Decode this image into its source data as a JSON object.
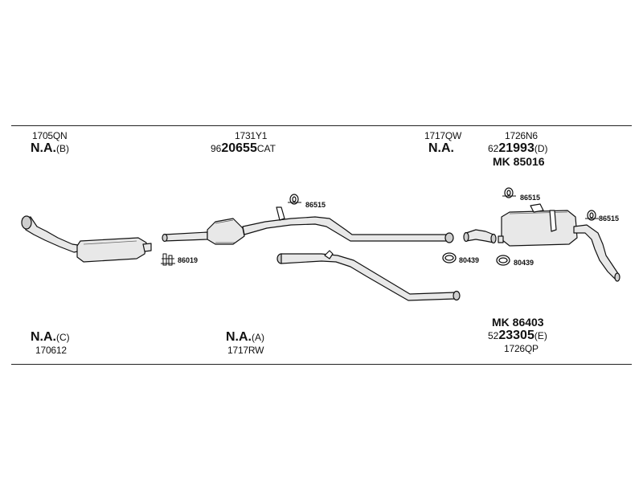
{
  "top_row": {
    "c1": {
      "code": "1705QN",
      "main": "N.A.",
      "suffix": "(B)"
    },
    "c2": {
      "code": "1731Y1",
      "prefix": "96",
      "main": "20655",
      "suffix": "CAT"
    },
    "c3": {
      "code": "1717QW",
      "main": "N.A."
    },
    "c4": {
      "code": "1726N6",
      "prefix": "62",
      "main": "21993",
      "suffix": "(D)",
      "kit": "MK  85016"
    }
  },
  "bottom_row": {
    "c1": {
      "main": "N.A.",
      "suffix": "(C)",
      "code": "170612"
    },
    "c2": {
      "main": "N.A.",
      "suffix": "(A)",
      "code": "1717RW"
    },
    "c3": {
      "kit": "MK  86403",
      "prefix": "52",
      "main": "23305",
      "suffix": "(E)",
      "code": "1726QP"
    }
  },
  "part_labels": {
    "p1": "86019",
    "p2": "86515",
    "p3": "86515",
    "p4": "86515",
    "p5": "80439",
    "p6": "80439"
  }
}
